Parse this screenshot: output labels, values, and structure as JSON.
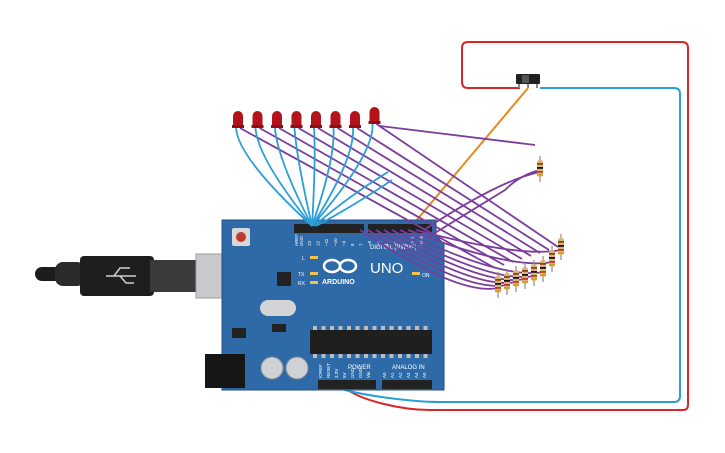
{
  "board": {
    "brand": "ARDUINO",
    "model": "UNO",
    "digital_label": "DIGITAL (PWM~)",
    "power_label": "POWER",
    "analog_label": "ANALOG IN",
    "on_label": "ON",
    "tx_label": "TX",
    "rx_label": "RX",
    "l_label": "L",
    "aref_label": "AREF",
    "gnd_label": "GND",
    "digital_pins": [
      "13",
      "12",
      "~11",
      "~10",
      "~9",
      "8",
      "7",
      "~6",
      "~5",
      "4",
      "~3",
      "2",
      "TX 1",
      "RX 0"
    ],
    "power_pins": [
      "IOREF",
      "RESET",
      "3.3V",
      "5V",
      "GND",
      "GND",
      "Vin"
    ],
    "analog_pins": [
      "A0",
      "A1",
      "A2",
      "A3",
      "A4",
      "A5"
    ]
  },
  "colors": {
    "board": "#2f6aa8",
    "board_dark": "#1f4f86",
    "led": "#b3131b",
    "wire_purple": "#7a3d9c",
    "wire_blue": "#2a9fd6",
    "wire_red": "#d62828",
    "wire_orange": "#e8891c",
    "usb_cable": "#2b2b2b",
    "resistor_body": "#d9b37a"
  },
  "components": {
    "led_count": 8,
    "resistor_count": 9,
    "switch": "slide-switch",
    "usb": "usb-b-cable"
  }
}
